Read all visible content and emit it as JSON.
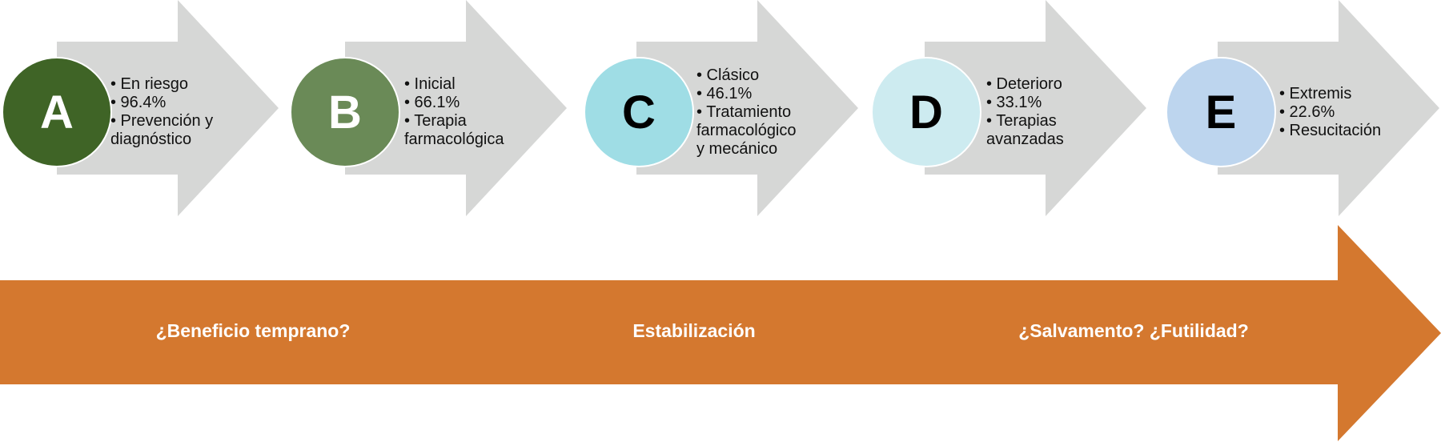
{
  "colors": {
    "arrow_gray": "#d6d7d6",
    "timeline_orange": "#d4782f"
  },
  "stages": [
    {
      "letter": "A",
      "color": "#3f6426",
      "letter_color": "#ffffff",
      "items": [
        "• En riesgo",
        "• 96.4%",
        "• Prevención y\ndiagnóstico"
      ]
    },
    {
      "letter": "B",
      "color": "#6a8a57",
      "letter_color": "#ffffff",
      "items": [
        "• Inicial",
        "• 66.1%",
        "• Terapia\nfarmacológica"
      ]
    },
    {
      "letter": "C",
      "color": "#9fdde5",
      "letter_color": "#000000",
      "items": [
        "• Clásico",
        "• 46.1%",
        "• Tratamiento\nfarmacológico\ny mecánico"
      ]
    },
    {
      "letter": "D",
      "color": "#cdebf0",
      "letter_color": "#000000",
      "items": [
        "• Deterioro",
        "• 33.1%",
        "• Terapias\navanzadas"
      ]
    },
    {
      "letter": "E",
      "color": "#bdd5ee",
      "letter_color": "#000000",
      "items": [
        "• Extremis",
        "• 22.6%",
        "• Resucitación"
      ]
    }
  ],
  "timeline": {
    "phases": [
      "¿Beneficio temprano?",
      "Estabilización",
      "¿Salvamento? ¿Futilidad?"
    ]
  }
}
